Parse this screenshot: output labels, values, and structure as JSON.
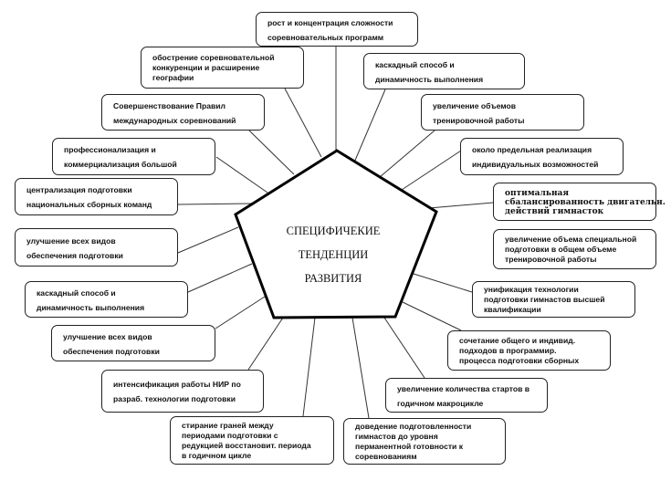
{
  "center": {
    "lines": [
      "СПЕЦИФИЧЕКИЕ",
      "ТЕНДЕНЦИИ",
      "РАЗВИТИЯ"
    ]
  },
  "left_boxes": [
    {
      "lines": [
        "рост и концентрация сложности",
        "соревновательных программ"
      ]
    },
    {
      "lines": [
        "обострение соревновательной",
        "конкуренции и расширение",
        "географии"
      ]
    },
    {
      "lines": [
        "Совершенствование Правил",
        "международных соревнований"
      ]
    },
    {
      "lines": [
        "профессионализация и",
        "коммерциализация большой"
      ]
    },
    {
      "lines": [
        "централизация подготовки",
        "национальных сборных команд"
      ]
    },
    {
      "lines": [
        "улучшение всех видов",
        "обеспечения подготовки"
      ]
    },
    {
      "lines": [
        "каскадный способ и",
        "динамичность выполнения"
      ]
    },
    {
      "lines": [
        "улучшение всех видов",
        "обеспечения подготовки"
      ]
    },
    {
      "lines": [
        "интенсификация работы НИР по",
        "разраб. технологии подготовки"
      ]
    },
    {
      "lines": [
        "стирание граней между",
        "периодами подготовки с",
        "редукцией восстановит. периода",
        "в годичном цикле"
      ]
    }
  ],
  "right_boxes": [
    {
      "lines": [
        "каскадный способ и",
        "динамичность выполнения"
      ]
    },
    {
      "lines": [
        "увеличение объемов",
        "тренировочной работы"
      ]
    },
    {
      "lines": [
        "около предельная реализация",
        "индивидуальных возможностей"
      ]
    },
    {
      "lines": [
        "оптимальная",
        "сбалансированность двигательн.",
        "действий гимнасток"
      ]
    },
    {
      "lines": [
        "увеличение объема специальной",
        "подготовки в общем объеме",
        "тренировочной работы"
      ]
    },
    {
      "lines": [
        "унификация технологии",
        "подготовки гимнастов высшей",
        "квалификации"
      ]
    },
    {
      "lines": [
        "сочетание общего и индивид.",
        "подходов в программир.",
        "процесса подготовки сборных"
      ]
    },
    {
      "lines": [
        "увеличение количества стартов в",
        "годичном макроцикле"
      ]
    },
    {
      "lines": [
        "доведение подготовленности",
        "гимнастов до уровня",
        "перманентной готовности к",
        "соревнованиям"
      ]
    }
  ]
}
